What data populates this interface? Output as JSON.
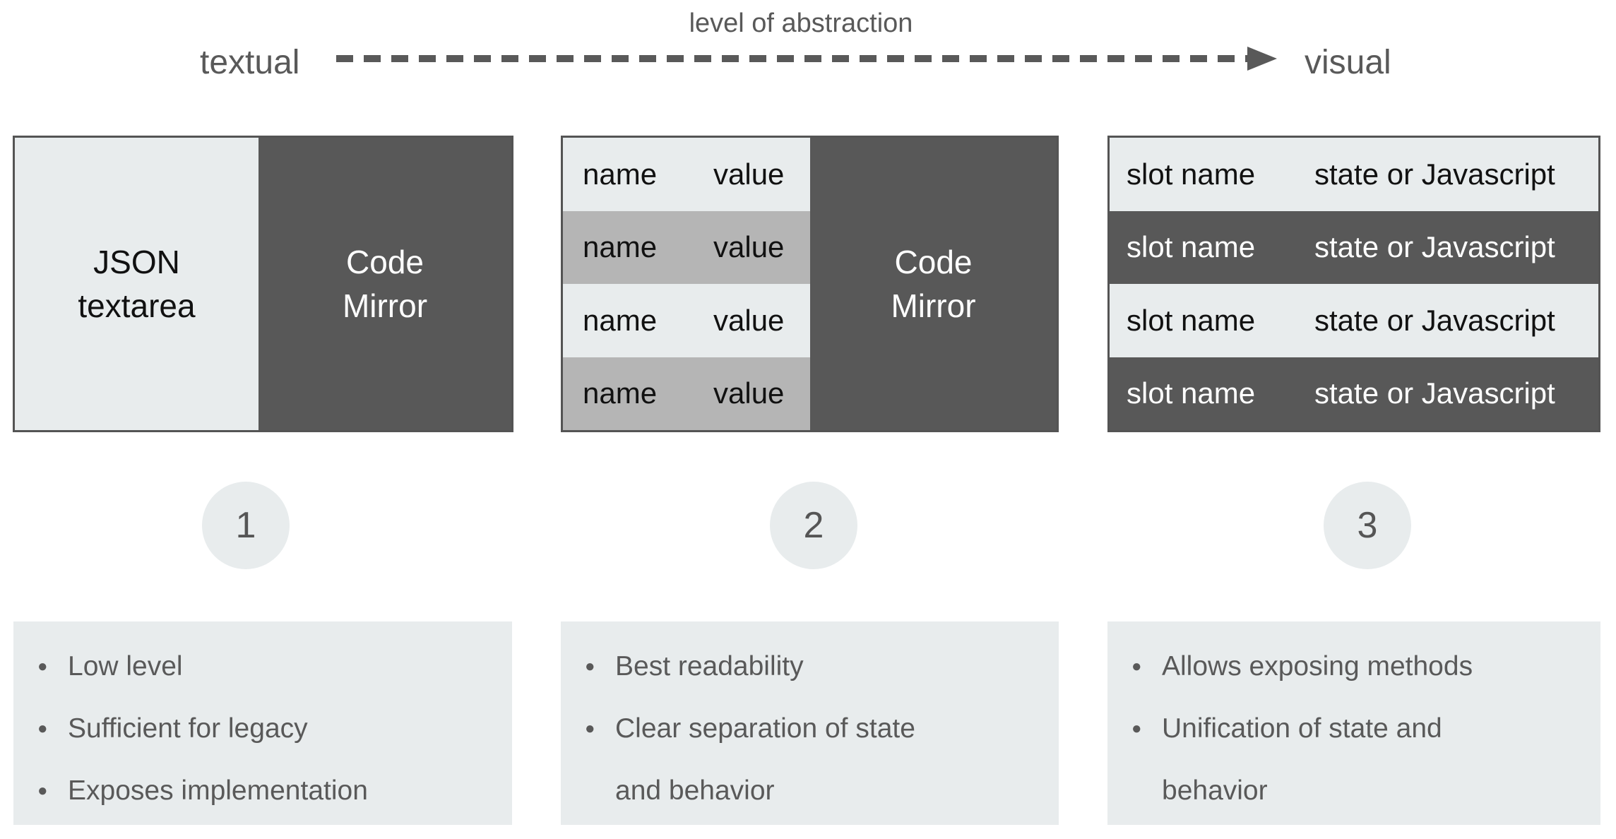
{
  "colors": {
    "dark_gray": "#585858",
    "light_gray": "#e8eced",
    "medium_gray": "#b5b5b5",
    "border_gray": "#545454",
    "muted_text": "#595959",
    "dark_text": "#111111",
    "white_text": "#ffffff"
  },
  "axis": {
    "title": "level of abstraction",
    "left_label": "textual",
    "right_label": "visual"
  },
  "bullet_glyph": "●",
  "columns": [
    {
      "step": "1",
      "box": {
        "left_panel": {
          "lines": [
            "JSON",
            "textarea"
          ]
        },
        "right_panel": {
          "lines": [
            "Code",
            "Mirror"
          ]
        }
      },
      "bullets": [
        {
          "lines": [
            "Low level"
          ]
        },
        {
          "lines": [
            "Sufficient for legacy"
          ]
        },
        {
          "lines": [
            "Exposes implementation"
          ]
        }
      ]
    },
    {
      "step": "2",
      "box": {
        "rows": [
          {
            "name": "name",
            "value": "value",
            "tone": "light"
          },
          {
            "name": "name",
            "value": "value",
            "tone": "medium"
          },
          {
            "name": "name",
            "value": "value",
            "tone": "light"
          },
          {
            "name": "name",
            "value": "value",
            "tone": "medium"
          }
        ],
        "right_panel": {
          "lines": [
            "Code",
            "Mirror"
          ]
        }
      },
      "bullets": [
        {
          "lines": [
            "Best readability"
          ]
        },
        {
          "lines": [
            "Clear separation of state",
            "and behavior"
          ]
        }
      ]
    },
    {
      "step": "3",
      "box": {
        "rows": [
          {
            "name": "slot name",
            "value": "state or Javascript",
            "tone": "light"
          },
          {
            "name": "slot name",
            "value": "state or Javascript",
            "tone": "dark"
          },
          {
            "name": "slot name",
            "value": "state or Javascript",
            "tone": "light"
          },
          {
            "name": "slot name",
            "value": "state or Javascript",
            "tone": "dark"
          }
        ]
      },
      "bullets": [
        {
          "lines": [
            "Allows exposing methods"
          ]
        },
        {
          "lines": [
            "Unification of state and",
            "behavior"
          ]
        }
      ]
    }
  ]
}
